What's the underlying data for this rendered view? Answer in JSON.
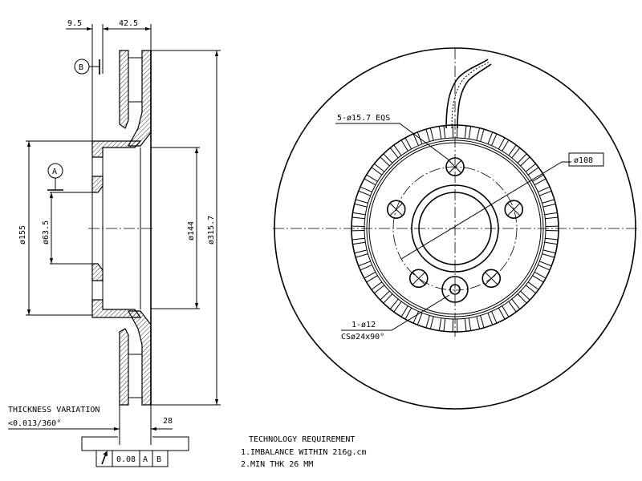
{
  "side_view": {
    "dims": {
      "offset": "9.5",
      "height": "42.5",
      "d155": "ø155",
      "d63_5": "ø63.5",
      "d144": "ø144",
      "d315_7": "ø315.7",
      "thickness": "28"
    },
    "datum_a": "A",
    "datum_b": "B"
  },
  "front_view": {
    "bolt_holes": "5-ø15.7 EQS",
    "pcd": "ø108",
    "hole_note_1": "1-ø12",
    "hole_note_2": "CSø24x90°",
    "bolt_count": 5
  },
  "tolerance": {
    "title": "THICKNESS VARIATION",
    "value": "<0.013/360°",
    "frame_value": "0.08",
    "frame_datum_a": "A",
    "frame_datum_b": "B"
  },
  "requirements": {
    "title": "TECHNOLOGY REQUIREMENT",
    "items": [
      "1.IMBALANCE WITHIN 216g.cm",
      "2.MIN THK 26 MM"
    ]
  }
}
